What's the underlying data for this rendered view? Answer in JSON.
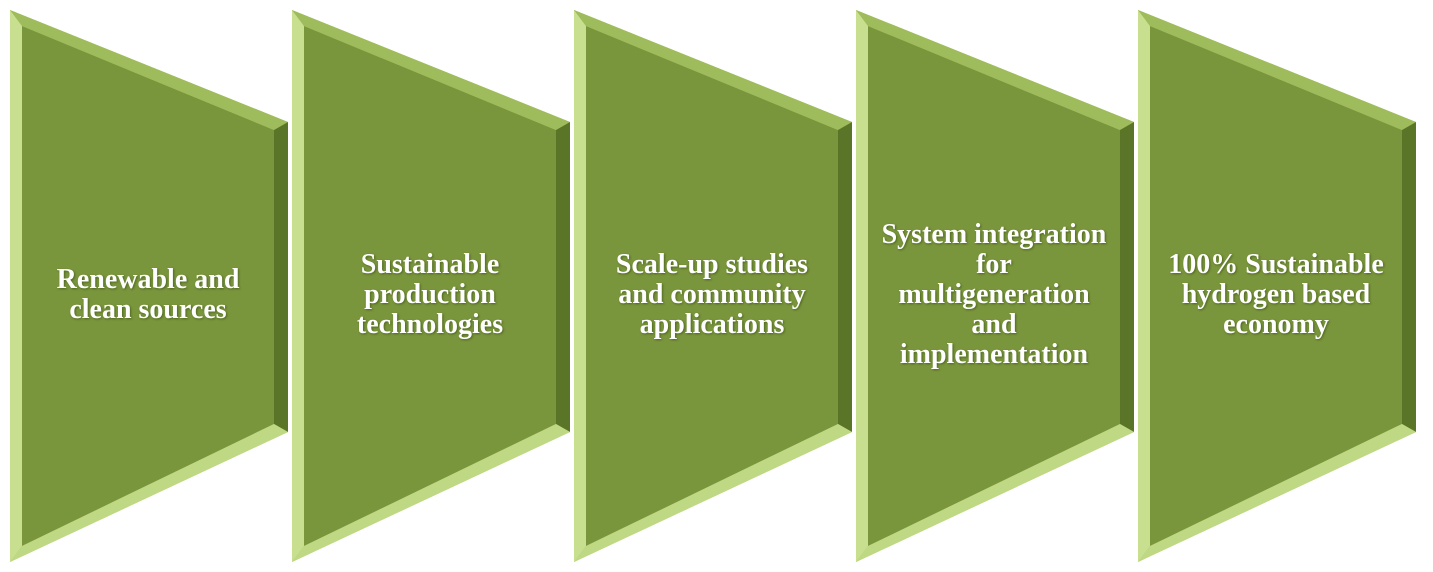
{
  "colors": {
    "fill": "#7a963c",
    "bevel_light": "#c8df8f",
    "bevel_dark": "#4d6620",
    "text": "#ffffff"
  },
  "stages": [
    {
      "label": "Renewable and\nclean sources"
    },
    {
      "label": "Sustainable\nproduction\ntechnologies"
    },
    {
      "label": "Scale-up studies\nand community\napplications"
    },
    {
      "label": "System integration\nfor\nmultigeneration\nand\nimplementation"
    },
    {
      "label": "100% Sustainable\nhydrogen based\neconomy"
    }
  ]
}
